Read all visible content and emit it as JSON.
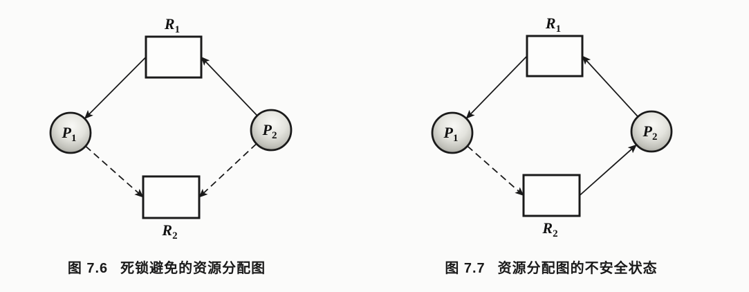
{
  "figures": [
    {
      "label": "图 7.6",
      "title": "死锁避免的资源分配图",
      "nodes": [
        {
          "id": "R1",
          "label": "R",
          "sub": "1",
          "kind": "resource"
        },
        {
          "id": "P1",
          "label": "P",
          "sub": "1",
          "kind": "process"
        },
        {
          "id": "P2",
          "label": "P",
          "sub": "2",
          "kind": "process"
        },
        {
          "id": "R2",
          "label": "R",
          "sub": "2",
          "kind": "resource"
        }
      ],
      "edges": [
        {
          "from": "R1",
          "to": "P1",
          "style": "solid"
        },
        {
          "from": "P2",
          "to": "R1",
          "style": "solid"
        },
        {
          "from": "P1",
          "to": "R2",
          "style": "dashed"
        },
        {
          "from": "P2",
          "to": "R2",
          "style": "dashed"
        }
      ]
    },
    {
      "label": "图 7.7",
      "title": "资源分配图的不安全状态",
      "nodes": [
        {
          "id": "R1",
          "label": "R",
          "sub": "1",
          "kind": "resource"
        },
        {
          "id": "P1",
          "label": "P",
          "sub": "1",
          "kind": "process"
        },
        {
          "id": "P2",
          "label": "P",
          "sub": "2",
          "kind": "process"
        },
        {
          "id": "R2",
          "label": "R",
          "sub": "2",
          "kind": "resource"
        }
      ],
      "edges": [
        {
          "from": "R1",
          "to": "P1",
          "style": "solid"
        },
        {
          "from": "P2",
          "to": "R1",
          "style": "solid"
        },
        {
          "from": "P1",
          "to": "R2",
          "style": "dashed"
        },
        {
          "from": "R2",
          "to": "P2",
          "style": "solid"
        }
      ]
    }
  ],
  "colors": {
    "ink": "#1a1a1a",
    "background": "#fbfbfa",
    "node_fill": "#fdfdfc",
    "sphere_highlight": "#f8f8f5",
    "sphere_shadow": "#94948d"
  }
}
